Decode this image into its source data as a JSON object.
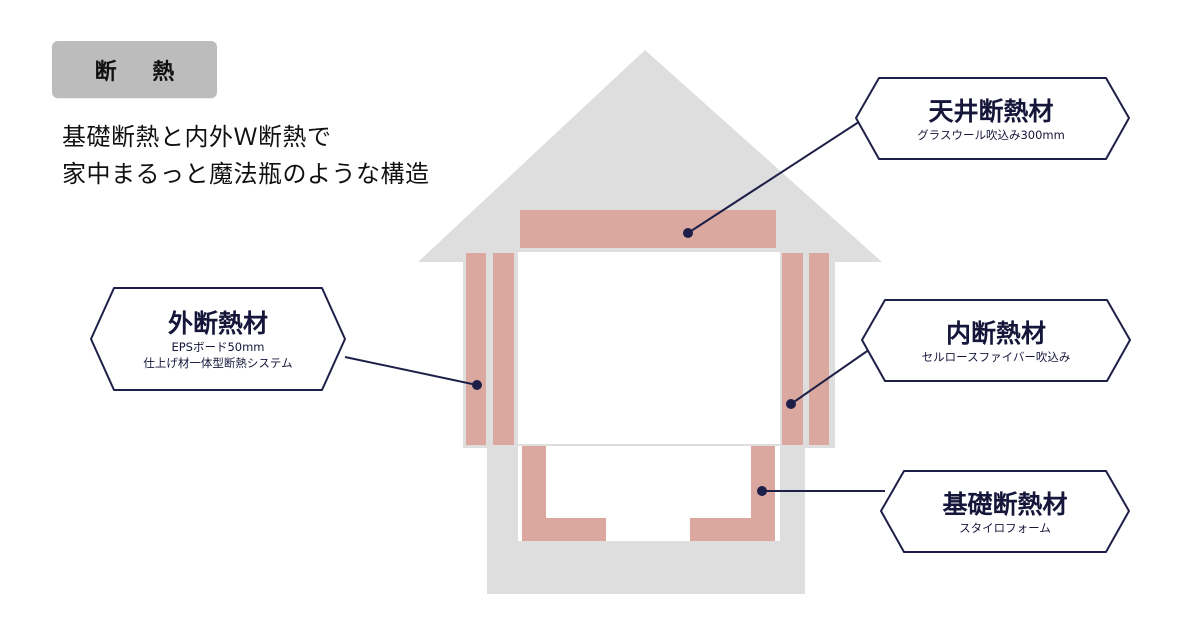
{
  "badge": {
    "label": "断 熱"
  },
  "headline": {
    "line1": "基礎断熱と内外Ｗ断熱で",
    "line2": "家中まるっと魔法瓶のような構造"
  },
  "callouts": {
    "ceiling": {
      "title": "天井断熱材",
      "sub1": "グラスウール吹込み300mm"
    },
    "outer": {
      "title": "外断熱材",
      "sub1": "EPSボード50mm",
      "sub2": "仕上げ材一体型断熱システム"
    },
    "inner": {
      "title": "内断熱材",
      "sub1": "セルロースファイバー吹込み"
    },
    "foundation": {
      "title": "基礎断熱材",
      "sub1": "スタイロフォーム"
    }
  },
  "colors": {
    "house_gray": "#dedede",
    "insulation": "#dba8a0",
    "outline": "#1e1f48",
    "badge_bg": "#bcbcbc"
  }
}
